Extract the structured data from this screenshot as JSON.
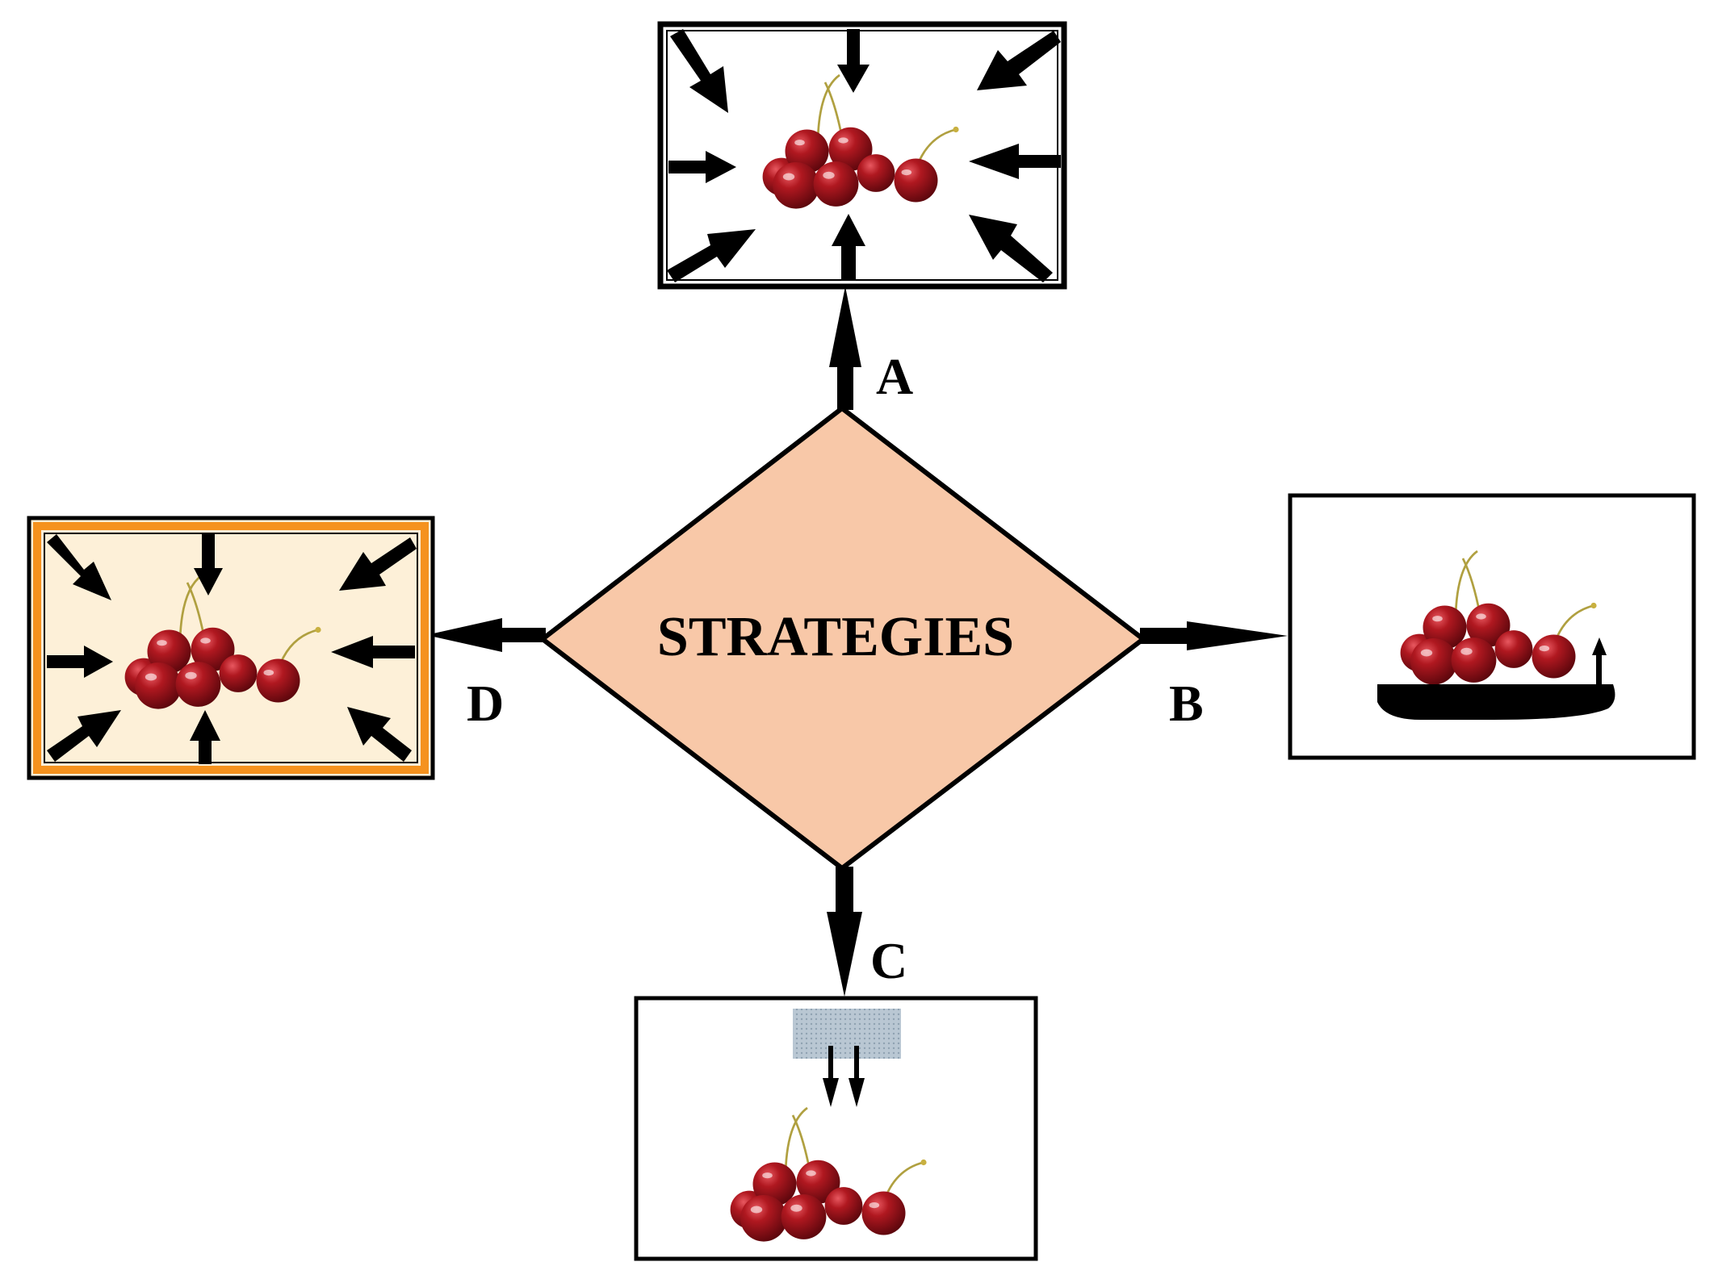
{
  "center": {
    "label": "STRATEGIES",
    "fill_color": "#f8c8a8",
    "stroke_color": "#000000"
  },
  "branches": [
    {
      "id": "A",
      "label": "A",
      "direction": "up",
      "panel_style": "framed",
      "depicts": [
        "cherries-icon",
        "inward-arrows"
      ]
    },
    {
      "id": "B",
      "label": "B",
      "direction": "right",
      "panel_style": "plain",
      "depicts": [
        "cherries-icon",
        "tray",
        "up-arrow"
      ]
    },
    {
      "id": "C",
      "label": "C",
      "direction": "down",
      "panel_style": "plain",
      "depicts": [
        "cherries-icon",
        "mesh-source",
        "down-arrows"
      ]
    },
    {
      "id": "D",
      "label": "D",
      "direction": "left",
      "panel_style": "highlighted",
      "depicts": [
        "cherries-icon",
        "inward-arrows"
      ]
    }
  ],
  "colors": {
    "panel_d_border": "#f5921e",
    "panel_d_fill": "#fdf0d8",
    "mesh": "#b9c7d3",
    "cherry": "#a8141c",
    "cherry_dark": "#6e0a10",
    "stem": "#b0a040",
    "arrow": "#000000"
  }
}
